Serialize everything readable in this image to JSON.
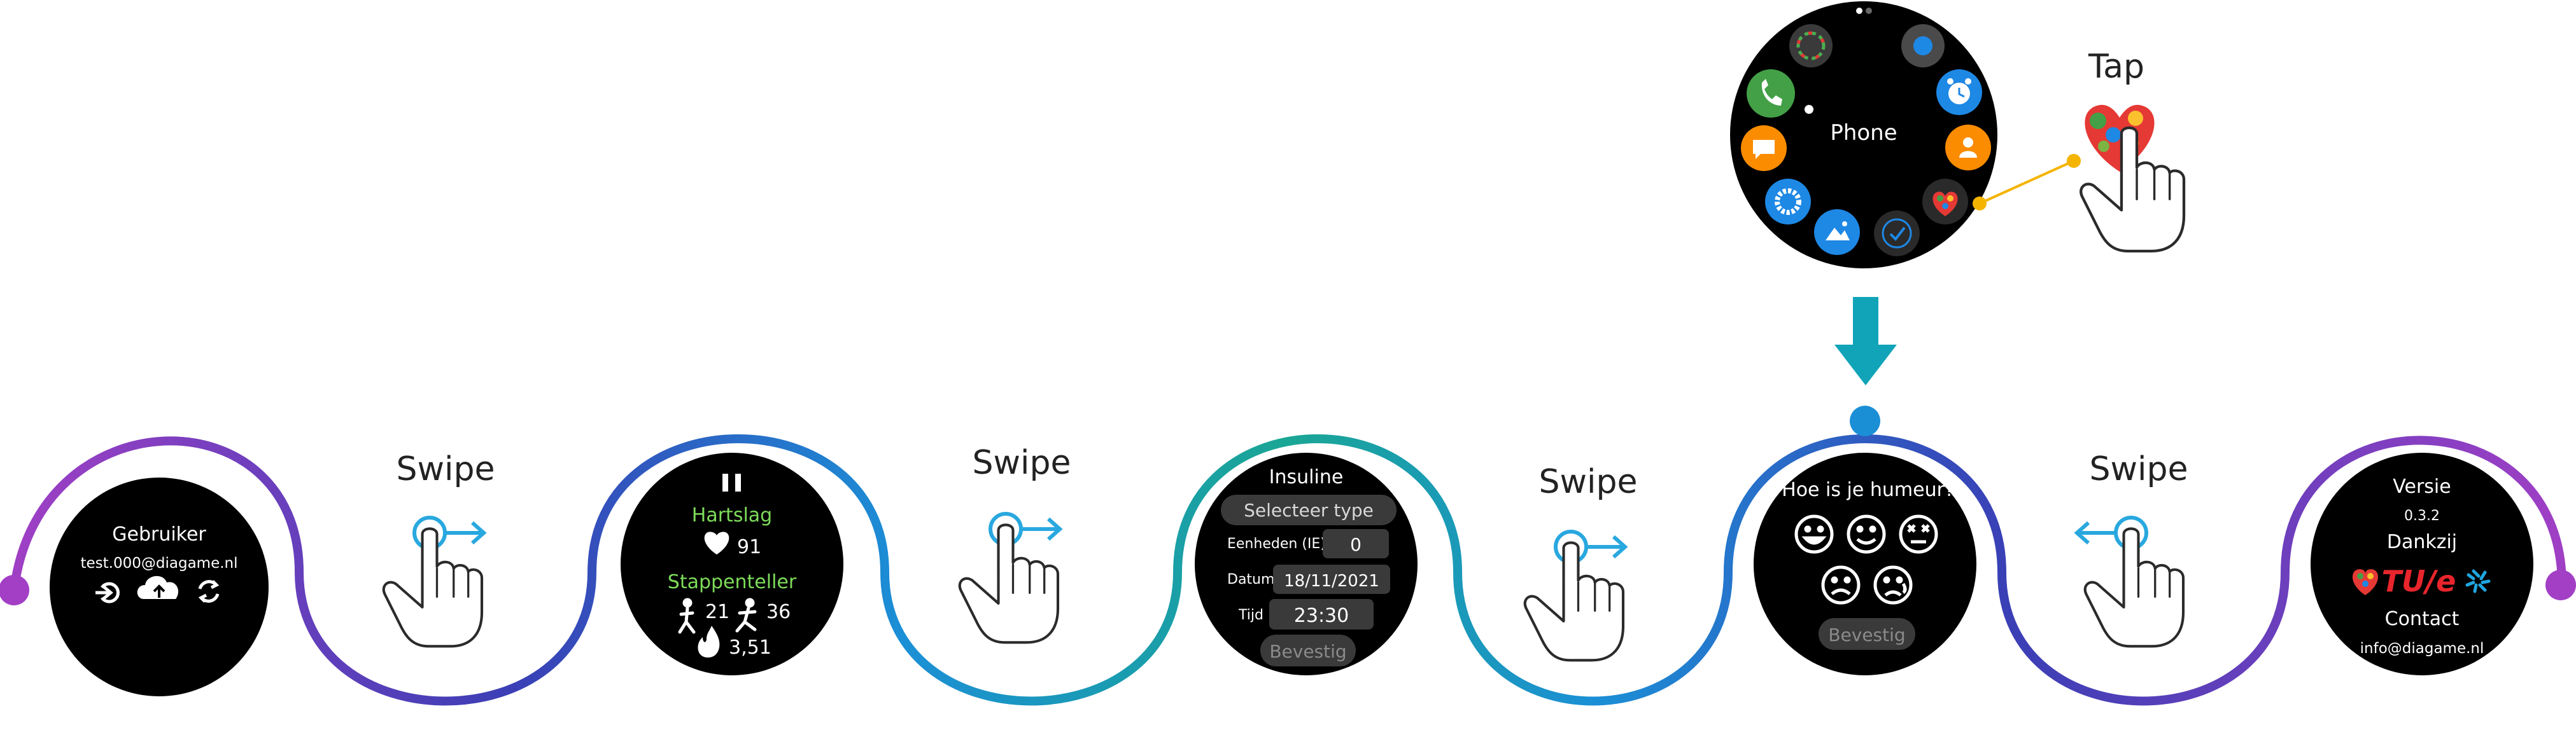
{
  "colors": {
    "path_purple": "#a23fc5",
    "path_indigo": "#3a3fb5",
    "path_blue": "#1b8fd6",
    "path_teal": "#1aa694",
    "arrow_teal": "#11a4b8",
    "swipe_blue": "#29a8df",
    "tap_yellow": "#f4b400",
    "label_green": "#7ddc5a",
    "watch_bg": "#000000",
    "pill_bg": "#3a3a3a"
  },
  "gestures": {
    "swipe": "Swipe",
    "tap": "Tap"
  },
  "app_menu": {
    "center_label": "Phone",
    "icons": [
      "multicolor-ring-icon",
      "blue-dot-icon",
      "alarm-icon",
      "phone-icon",
      "contact-icon",
      "message-icon",
      "diagame-heart-icon",
      "settings-icon",
      "gallery-icon",
      "check-icon"
    ]
  },
  "screens": {
    "user": {
      "title": "Gebruiker",
      "email": "test.000@diagame.nl",
      "icons": [
        "logout-icon",
        "cloud-upload-icon",
        "sync-icon"
      ]
    },
    "health": {
      "pause_icon": "pause-icon",
      "heart_rate_label": "Hartslag",
      "heart_rate_value": "91",
      "steps_label": "Stappenteller",
      "walk_value": "21",
      "run_value": "36",
      "calories_value": "3,51"
    },
    "insulin": {
      "title": "Insuline",
      "type_select": "Selecteer type",
      "units_label": "Eenheden (IE)",
      "units_value": "0",
      "date_label": "Datum",
      "date_value": "18/11/2021",
      "time_label": "Tijd",
      "time_value": "23:30",
      "confirm": "Bevestig"
    },
    "mood": {
      "question": "Hoe is je humeur?",
      "faces": [
        "happy-face-icon",
        "smile-face-icon",
        "dizzy-face-icon",
        "sad-face-icon",
        "crying-face-icon"
      ],
      "confirm": "Bevestig"
    },
    "about": {
      "version_label": "Versie",
      "version_value": "0.3.2",
      "thanks_label": "Dankzij",
      "tue_logo": "TU/e",
      "contact_label": "Contact",
      "contact_email": "info@diagame.nl"
    }
  }
}
